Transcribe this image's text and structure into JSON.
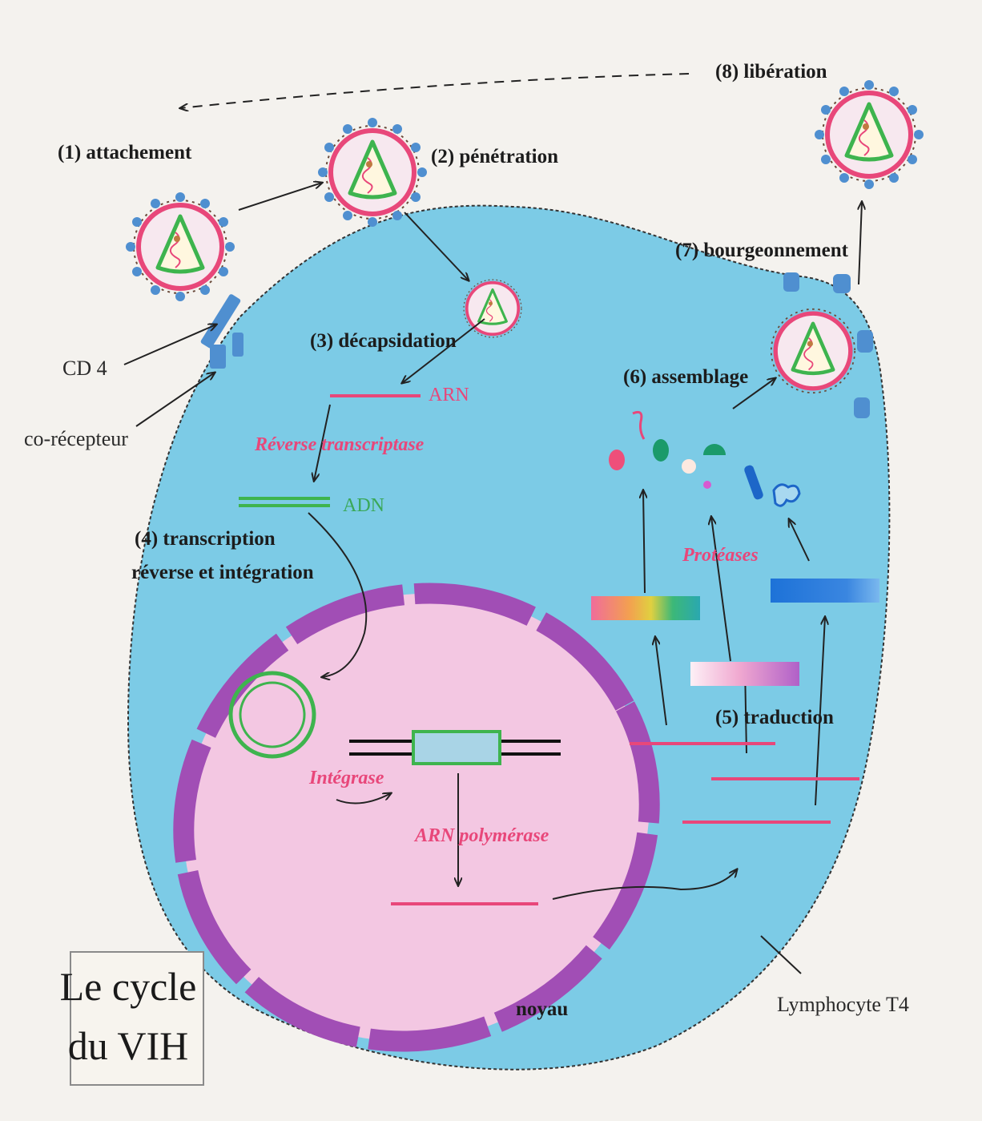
{
  "title": {
    "line1": "Le cycle",
    "line2": "du VIH"
  },
  "steps": {
    "attachment": "(1) attachement",
    "penetration": "(2) pénétration",
    "uncoating": "(3) décapsidation",
    "reverse_transcription_1": "(4) transcription",
    "reverse_transcription_2": "réverse et intégration",
    "translation": "(5) traduction",
    "assembly": "(6) assemblage",
    "budding": "(7) bourgeonnement",
    "release": "(8) libération"
  },
  "molecules": {
    "rna": "ARN",
    "dna": "ADN"
  },
  "enzymes": {
    "reverse_transcriptase": "Réverse transcriptase",
    "integrase": "Intégrase",
    "rna_polymerase": "ARN polymérase",
    "proteases": "Protéases"
  },
  "structures": {
    "cd4": "CD 4",
    "coreceptor": "co-récepteur",
    "nucleus": "noyau",
    "cell": "Lymphocyte T4"
  },
  "colors": {
    "cytoplasm": "#7ccbe6",
    "nucleus": "#f3c7e2",
    "nuclear_envelope": "#a14eb5",
    "capsid": "#e8477a",
    "core": "#3eb44e",
    "spike": "#4f8fd0",
    "rna": "#e8477a",
    "dna": "#3eb44e"
  }
}
